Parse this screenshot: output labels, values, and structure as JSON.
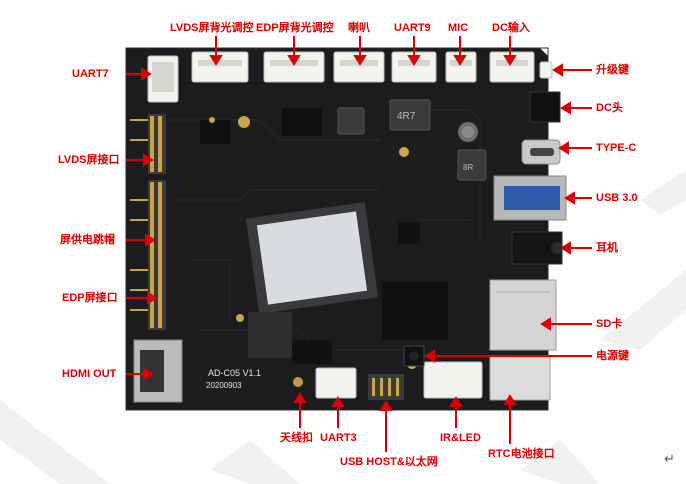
{
  "labels": {
    "lvds_backlight": "LVDS屏背光调控",
    "edp_backlight": "EDP屏背光调控",
    "speaker": "喇叭",
    "uart9": "UART9",
    "mic": "MIC",
    "dc_input": "DC输入",
    "uart7": "UART7",
    "upgrade_key": "升级键",
    "dc_jack": "DC头",
    "type_c": "TYPE-C",
    "usb3": "USB 3.0",
    "headphone": "耳机",
    "lvds_interface": "LVDS屏接口",
    "screen_power_jumper": "屏供电跳帽",
    "edp_interface": "EDP屏接口",
    "sd_card": "SD卡",
    "power_key": "电源键",
    "hdmi_out": "HDMI OUT",
    "antenna": "天线扣",
    "uart3": "UART3",
    "usb_host_ethernet": "USB HOST&以太网",
    "ir_led": "IR&LED",
    "rtc_battery": "RTC电池接口"
  },
  "board": {
    "silk_model": "AD-C05 V1.1",
    "silk_date": "20200903",
    "chip_marking": "4R7",
    "chip_marking2": "8R"
  },
  "colors": {
    "label": "#d80000",
    "arrow": "#d80000",
    "pcb": "#1c1c1e",
    "connector": "#f2f2ee"
  }
}
